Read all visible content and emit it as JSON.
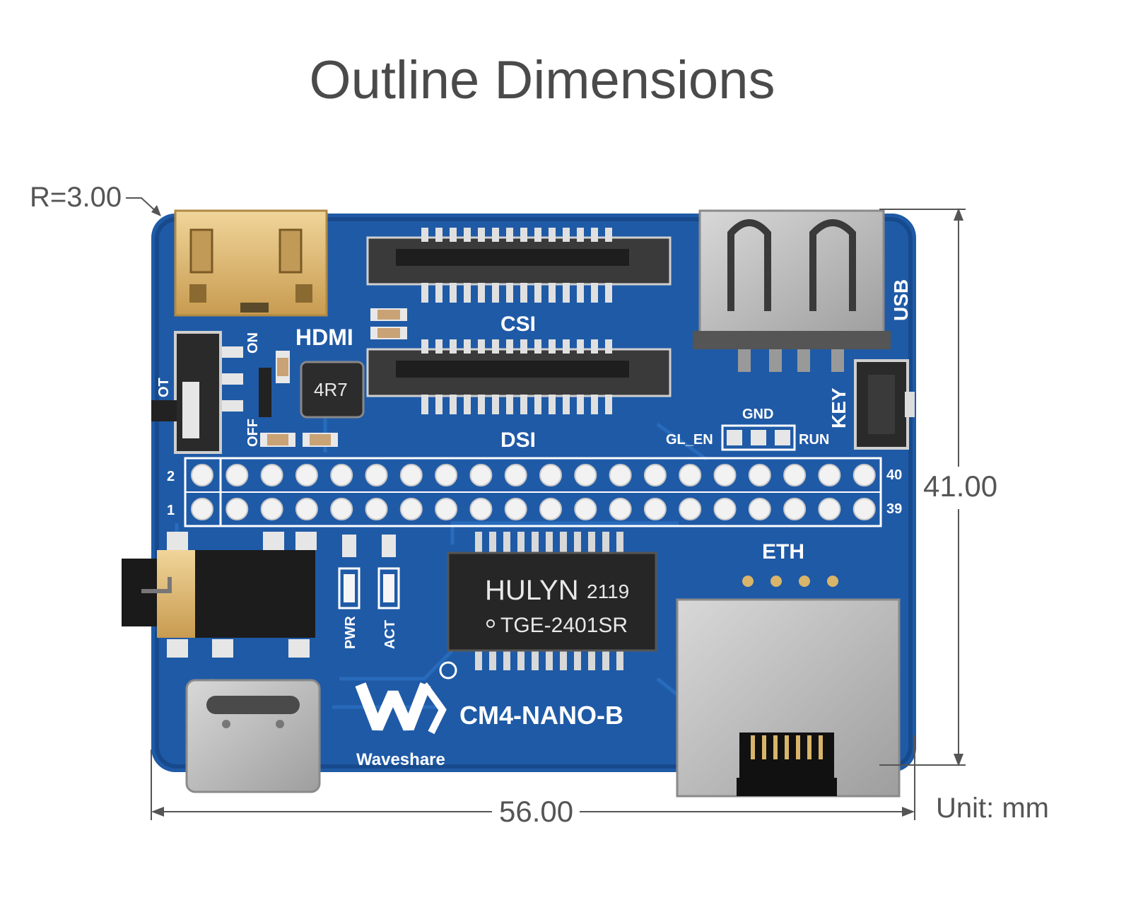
{
  "title": "Outline Dimensions",
  "dimensions": {
    "radius": "R=3.00",
    "height": "41.00",
    "width": "56.00",
    "unit": "Unit: mm"
  },
  "board": {
    "name": "CM4-NANO-B",
    "brand": "Waveshare",
    "labels": {
      "hdmi": "HDMI",
      "csi": "CSI",
      "dsi": "DSI",
      "usb": "USB",
      "key": "KEY",
      "gnd": "GND",
      "gl_en": "GL_EN",
      "run": "RUN",
      "eth": "ETH",
      "pwr": "PWR",
      "act": "ACT",
      "on": "ON",
      "off": "OFF",
      "otg": "OT",
      "pin2": "2",
      "pin1": "1",
      "pin40": "40",
      "pin39": "39"
    },
    "inductor": "4R7",
    "transformer": {
      "brand": "HULYN",
      "code": "2119",
      "model": "TGE-2401SR"
    }
  },
  "colors": {
    "pcb": "#1f5aa6",
    "trace": "#2a6fc0",
    "gold": "#d9b56a",
    "metal": "#bfbfbf",
    "dimension_line": "#555555"
  }
}
